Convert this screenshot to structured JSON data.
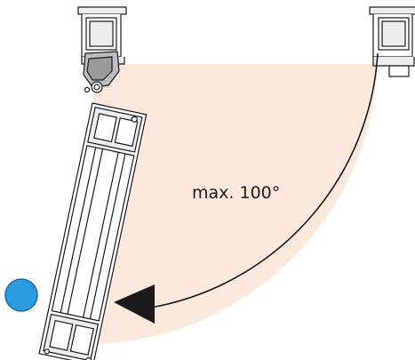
{
  "diagram": {
    "angle_label": "max. 100°",
    "colors": {
      "swing_area": "#fde8dc",
      "frame_fill": "#ededed",
      "profile_fill": "#ffffff",
      "line": "#1a1a1a",
      "knob": "#2b9ce0",
      "knob_stroke": "#1c6fa0"
    },
    "icons": {
      "knob": "blue-handle-knob",
      "arrow": "swing-arrow"
    }
  }
}
